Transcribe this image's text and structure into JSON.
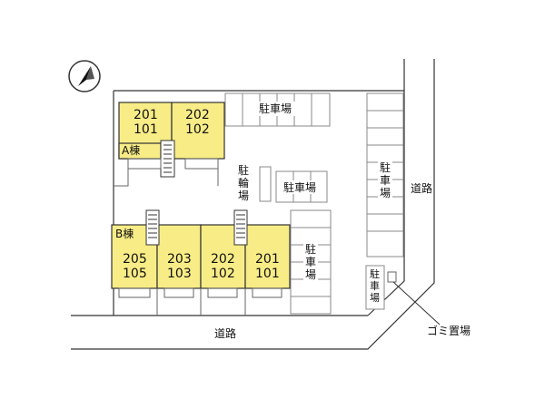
{
  "compass": {
    "icon": "north-arrow-icon"
  },
  "building_a": {
    "name": "A棟",
    "units": [
      {
        "upper": "201",
        "lower": "101"
      },
      {
        "upper": "202",
        "lower": "102"
      }
    ]
  },
  "building_b": {
    "name": "B棟",
    "units": [
      {
        "upper": "205",
        "lower": "105"
      },
      {
        "upper": "203",
        "lower": "103"
      },
      {
        "upper": "202",
        "lower": "102"
      },
      {
        "upper": "201",
        "lower": "101"
      }
    ]
  },
  "parking": {
    "top": "駐車場",
    "middle": "駐車場",
    "center_vertical": [
      "駐",
      "車",
      "場"
    ],
    "right_vertical": [
      "駐",
      "車",
      "場"
    ],
    "small_vertical": [
      "駐",
      "車",
      "場"
    ]
  },
  "bicycle_parking": [
    "駐",
    "輪",
    "場"
  ],
  "garbage_area": "ゴミ置場",
  "roads": {
    "bottom": "道路",
    "right": "道路"
  },
  "colors": {
    "building_fill": "#f7ec86",
    "line": "#333333",
    "stall_line": "#8a8a8a"
  }
}
